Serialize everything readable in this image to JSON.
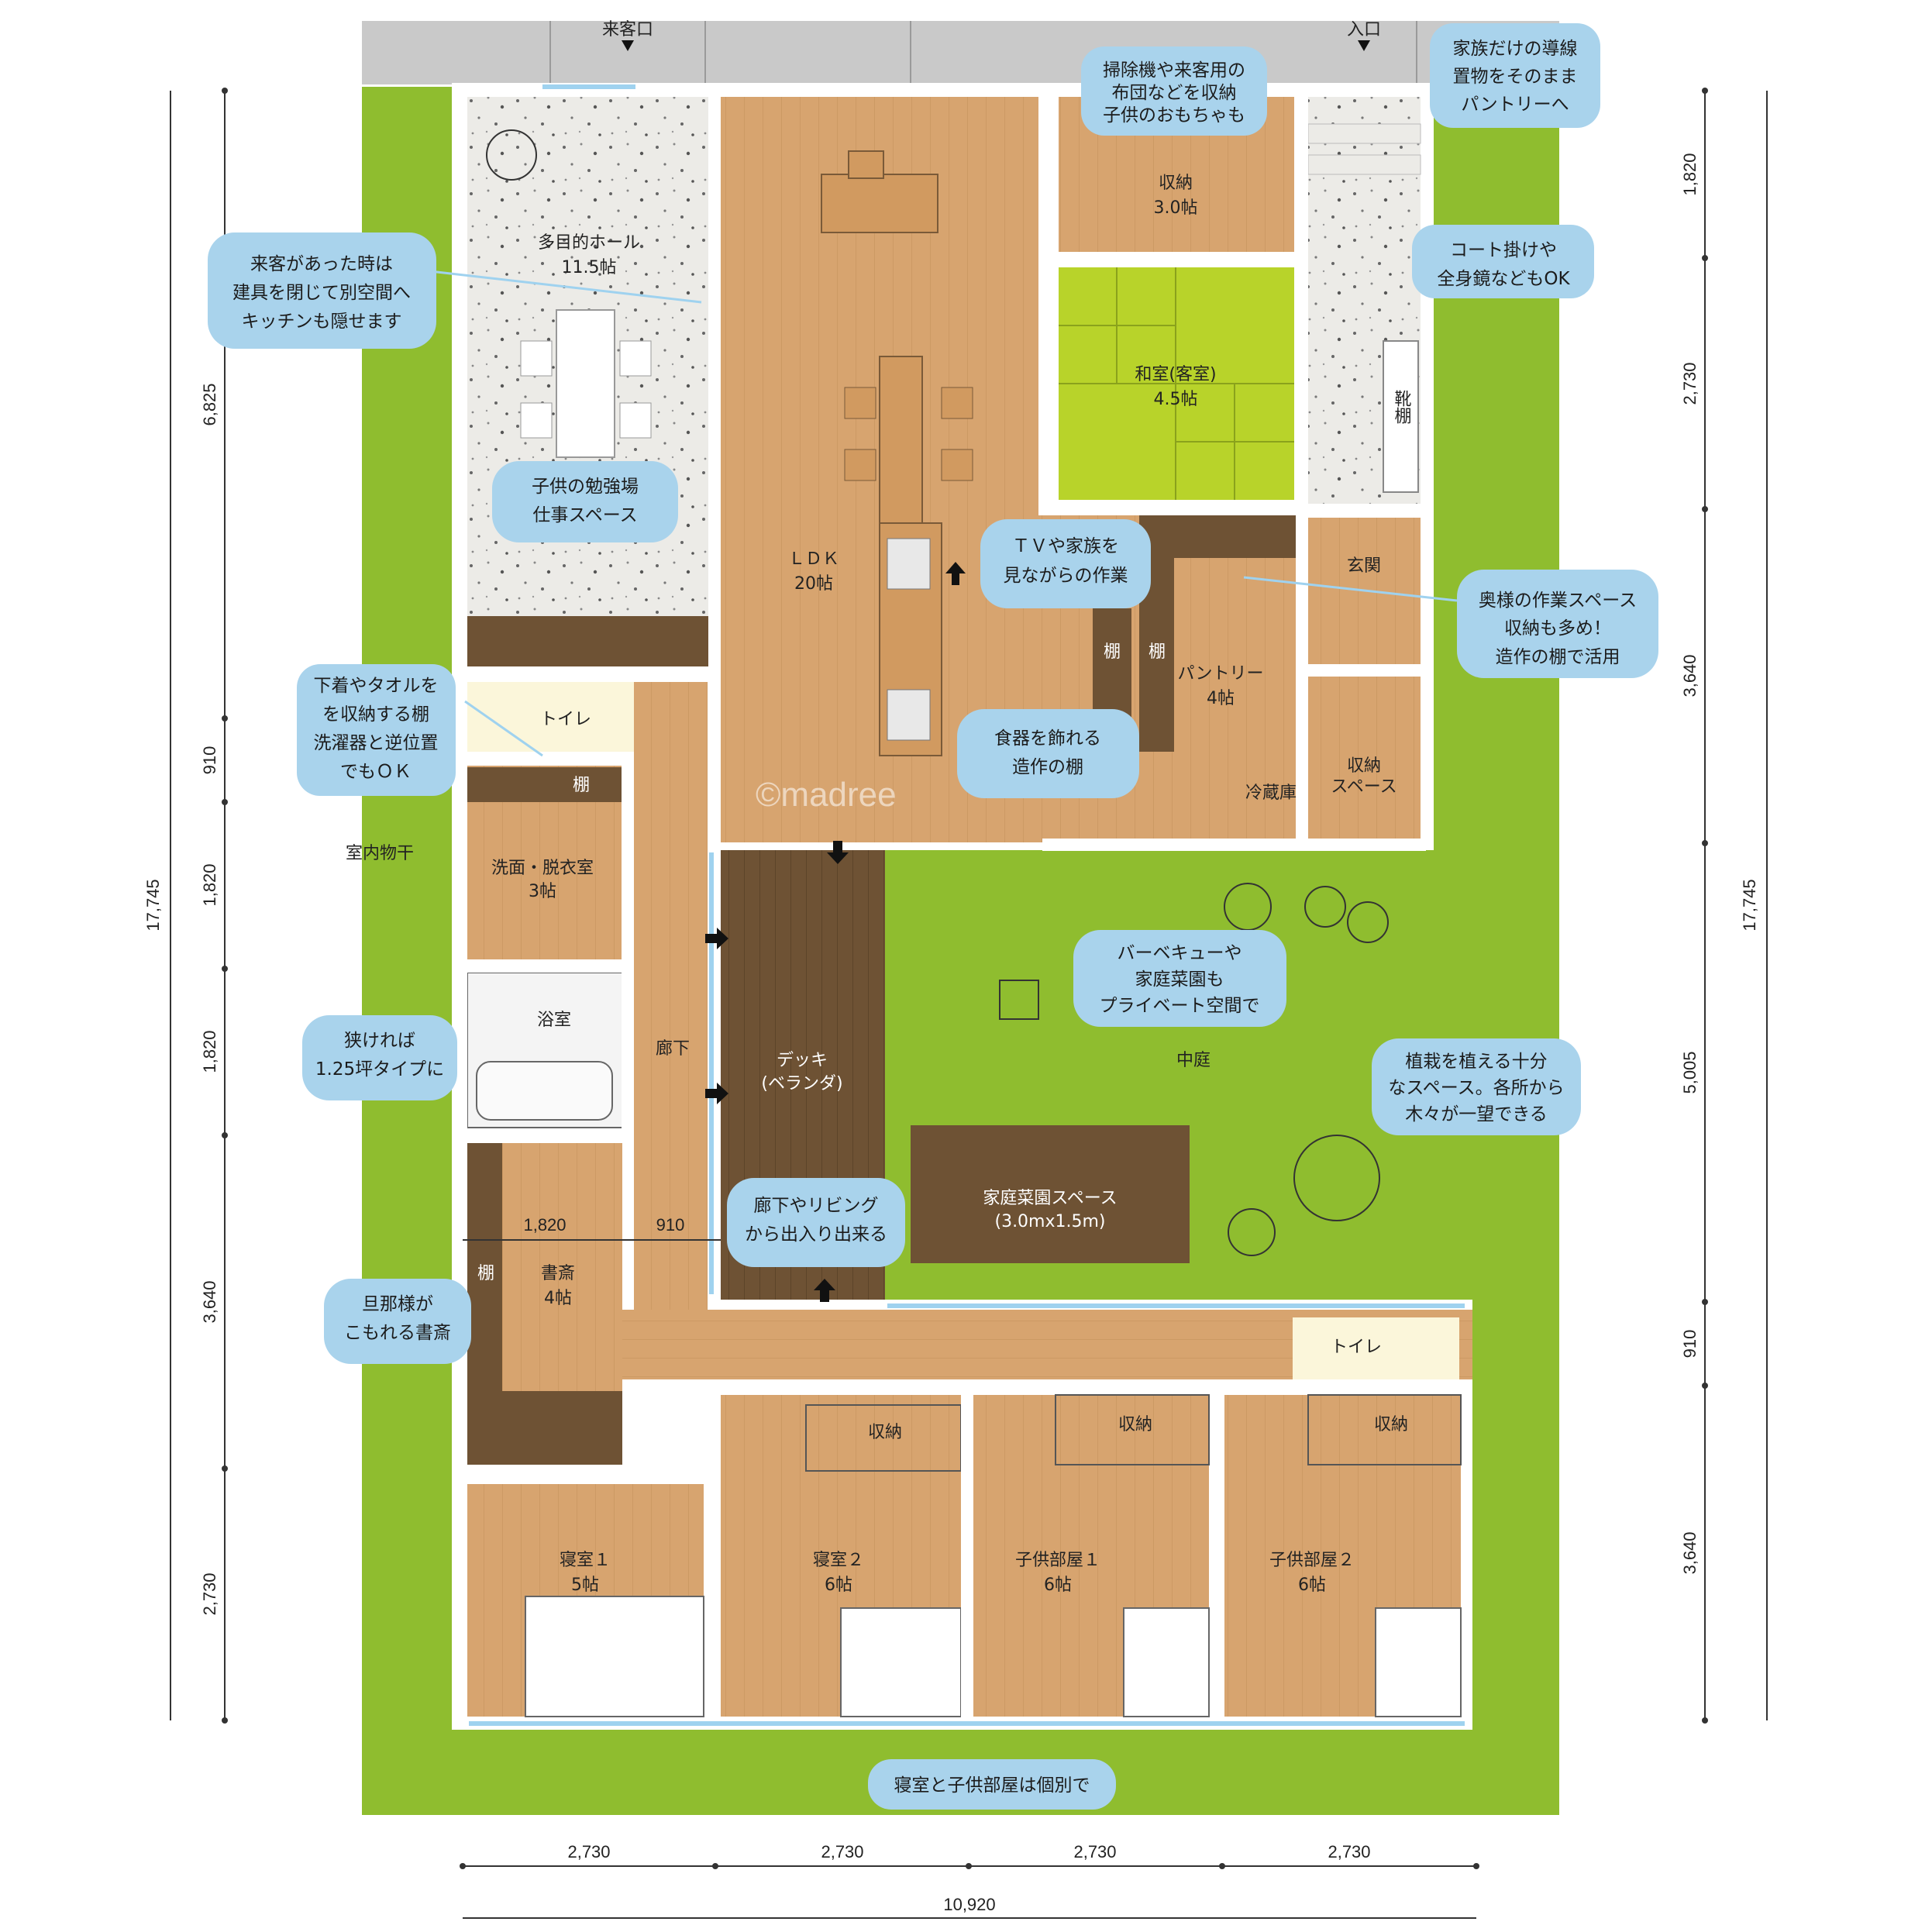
{
  "colors": {
    "lawn": "#8fbd2f",
    "floor": "#d7a46f",
    "dark_wood": "#6e5234",
    "tatami": "#b8d32a",
    "terrazzo": "#ecebe7",
    "toilet": "#fbf6da",
    "paving": "#c9c9c9",
    "callout": "#a9d3ec",
    "wall": "#ffffff"
  },
  "rooms": {
    "hall": {
      "name": "多目的ホール",
      "size": "11.5帖"
    },
    "ldk": {
      "name": "ＬＤＫ",
      "size": "20帖"
    },
    "storage_top": {
      "name": "収納",
      "size": "3.0帖"
    },
    "washitsu": {
      "name": "和室(客室)",
      "size": "4.5帖"
    },
    "shoe_shelf": "靴棚",
    "genkan": "玄関",
    "pantry": {
      "name": "パントリー",
      "size": "4帖"
    },
    "shelf": "棚",
    "storage_space_1": "収納",
    "storage_space_2": "スペース",
    "fridge": "冷蔵庫",
    "toilet": "トイレ",
    "wash": {
      "name": "洗面・脱衣室",
      "size": "3帖"
    },
    "indoor_dry": "室内物干",
    "bath": "浴室",
    "corridor": "廊下",
    "deck": {
      "name": "デッキ",
      "sub": "(ベランダ)"
    },
    "courtyard": "中庭",
    "garden": {
      "name": "家庭菜園スペース",
      "size": "(3.0mx1.5m)"
    },
    "study": {
      "name": "書斎",
      "size": "4帖"
    },
    "closet": "収納",
    "bed1": {
      "name": "寝室１",
      "size": "5帖"
    },
    "bed2": {
      "name": "寝室２",
      "size": "6帖"
    },
    "kid1": {
      "name": "子供部屋１",
      "size": "6帖"
    },
    "kid2": {
      "name": "子供部屋２",
      "size": "6帖"
    }
  },
  "entrances": {
    "guest": "来客口",
    "main": "入口"
  },
  "dimensions": {
    "left_total": "17,745",
    "left": [
      "6,825",
      "910",
      "1,820",
      "1,820",
      "3,640",
      "2,730"
    ],
    "right_total": "17,745",
    "right": [
      "1,820",
      "2,730",
      "3,640",
      "5,005",
      "910",
      "3,640"
    ],
    "bottom": [
      "2,730",
      "2,730",
      "2,730",
      "2,730"
    ],
    "bottom_total": "10,920",
    "inner_a": "1,820",
    "inner_b": "910"
  },
  "callouts": {
    "storage_note": [
      "掃除機や来客用の",
      "布団などを収納",
      "子供のおもちゃも"
    ],
    "family_route": [
      "家族だけの導線",
      "置物をそのまま",
      "パントリーへ"
    ],
    "guest_note": [
      "来客があった時は",
      "建具を閉じて別空間へ",
      "キッチンも隠せます"
    ],
    "coat_note": [
      "コート掛けや",
      "全身鏡などもOK"
    ],
    "study_area": [
      "子供の勉強場",
      "仕事スペース"
    ],
    "tv_note": [
      "ＴＶや家族を",
      "見ながらの作業"
    ],
    "wife_space": [
      "奥様の作業スペース",
      "収納も多め！",
      "造作の棚で活用"
    ],
    "towel_shelf": [
      "下着やタオルを",
      "を収納する棚",
      "洗濯器と逆位置",
      "でもＯＫ"
    ],
    "dish_shelf": [
      "食器を飾れる",
      "造作の棚"
    ],
    "bbq": [
      "バーベキューや",
      "家庭菜園も",
      "プライベート空間で"
    ],
    "bath_note": [
      "狭ければ",
      "1.25坪タイプに"
    ],
    "planting": [
      "植栽を植える十分",
      "なスペース。各所から",
      "木々が一望できる"
    ],
    "access": [
      "廊下やリビング",
      "から出入り出来る"
    ],
    "husband": [
      "旦那様が",
      "こもれる書斎"
    ],
    "separate": [
      "寝室と子供部屋は個別で"
    ]
  },
  "watermark": "©madree"
}
